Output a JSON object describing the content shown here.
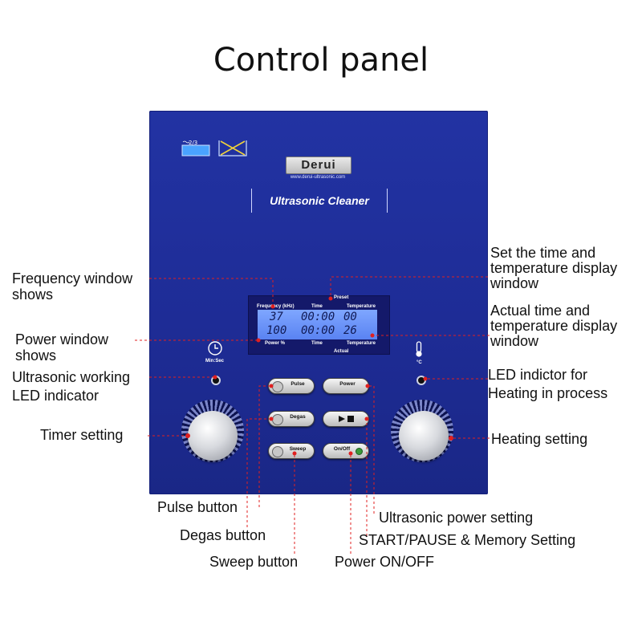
{
  "title": "Control panel",
  "device": {
    "brand": "Derui",
    "brand_url": "www.derui-ultrasonic.com",
    "model": "Ultrasonic Cleaner",
    "tank_level": "2/3"
  },
  "display": {
    "top_labels": {
      "frequency": "Frequency (kHz)",
      "preset": "Preset",
      "time": "Time",
      "temperature": "Temperature"
    },
    "bottom_labels": {
      "power": "Power %",
      "time": "Time",
      "temperature": "Temperature",
      "actual": "Actual"
    },
    "row1": {
      "frequency": "37",
      "time": "00:00",
      "temperature": "00"
    },
    "row2": {
      "power": "100",
      "time": "00:00",
      "temperature": "26"
    },
    "left_dial_label": "Min:Sec",
    "right_dial_label": "°C"
  },
  "buttons": {
    "pulse": "Pulse",
    "power": "Power",
    "degas": "Degas",
    "sweep": "Sweep",
    "on_off": "On/Off"
  },
  "callouts": {
    "frequency_window": [
      "Frequency window",
      "shows"
    ],
    "power_window": [
      "Power window",
      "shows"
    ],
    "ultrasonic_led": [
      "Ultrasonic working",
      "LED indicator"
    ],
    "timer_setting": "Timer setting",
    "set_time_temp": [
      "Set the time and",
      "temperature display",
      "window"
    ],
    "actual_time_temp": [
      "Actual time and",
      "temperature display",
      "window"
    ],
    "heating_led": [
      "LED indictor for",
      "Heating in process"
    ],
    "heating_setting": "Heating setting",
    "pulse_button": "Pulse button",
    "degas_button": "Degas button",
    "sweep_button": "Sweep button",
    "ultrasonic_power": "Ultrasonic power setting",
    "start_pause": "START/PAUSE & Memory Setting",
    "power_onoff": "Power ON/OFF"
  },
  "colors": {
    "panel": "#1e2c96",
    "leader_line": "#e02020",
    "lcd": "#6b93f8"
  }
}
